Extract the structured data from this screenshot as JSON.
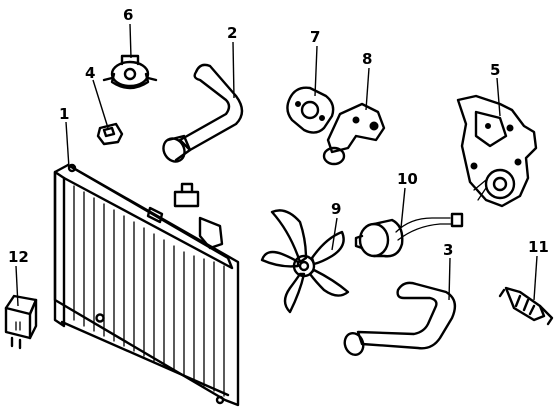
{
  "callouts": [
    {
      "id": "1",
      "label": "1"
    },
    {
      "id": "2",
      "label": "2"
    },
    {
      "id": "3",
      "label": "3"
    },
    {
      "id": "4",
      "label": "4"
    },
    {
      "id": "5",
      "label": "5"
    },
    {
      "id": "6",
      "label": "6"
    },
    {
      "id": "7",
      "label": "7"
    },
    {
      "id": "8",
      "label": "8"
    },
    {
      "id": "9",
      "label": "9"
    },
    {
      "id": "10",
      "label": "10"
    },
    {
      "id": "11",
      "label": "11"
    },
    {
      "id": "12",
      "label": "12"
    }
  ],
  "colors": {
    "ink": "#000000",
    "background": "#ffffff"
  }
}
